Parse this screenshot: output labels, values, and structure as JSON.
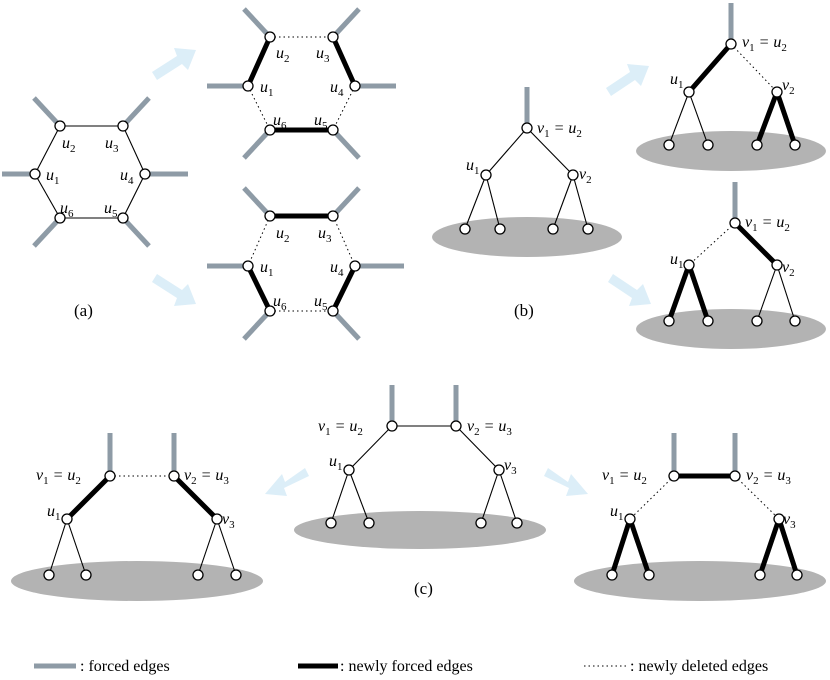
{
  "panels": {
    "a": {
      "caption": "(a)",
      "left": {
        "u1": "u1",
        "u2": "u2",
        "u3": "u3",
        "u4": "u4",
        "u5": "u5",
        "u6": "u6"
      },
      "top": {
        "u1": "u1",
        "u2": "u2",
        "u3": "u3",
        "u4": "u4",
        "u5": "u5",
        "u6": "u6"
      },
      "bottom": {
        "u1": "u1",
        "u2": "u2",
        "u3": "u3",
        "u4": "u4",
        "u5": "u5",
        "u6": "u6"
      }
    },
    "b": {
      "caption": "(b)",
      "left": {
        "root": "v1 = u2",
        "u1": "u1",
        "v2": "v2"
      },
      "top": {
        "root": "v1 = u2",
        "u1": "u1",
        "v2": "v2"
      },
      "bottom": {
        "root": "v1 = u2",
        "u1": "u1",
        "v2": "v2"
      }
    },
    "c": {
      "caption": "(c)",
      "center": {
        "left_root": "v1 = u2",
        "right_root": "v2 = u3",
        "u1": "u1",
        "v3": "v3"
      },
      "left": {
        "left_root": "v1 = u2",
        "right_root": "v2 = u3",
        "u1": "u1",
        "v3": "v3"
      },
      "right": {
        "left_root": "v1 = u2",
        "right_root": "v2 = u3",
        "u1": "u1",
        "v3": "v3"
      }
    }
  },
  "legend": {
    "forced": ": forced edges",
    "newly_forced": ": newly forced edges",
    "newly_deleted": ": newly deleted edges"
  }
}
